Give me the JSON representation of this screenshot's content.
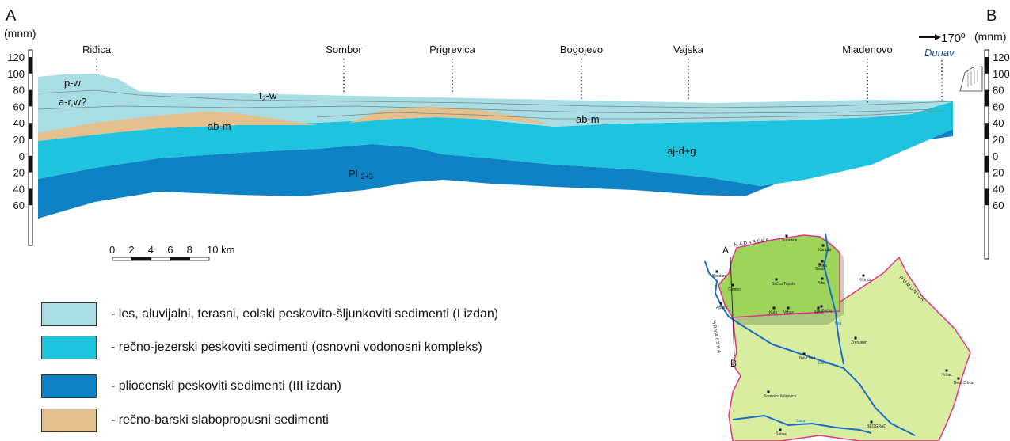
{
  "section": {
    "start_label": "A",
    "end_label": "B",
    "left_unit": "(mnm)",
    "right_unit": "(mnm)",
    "direction": "170º",
    "river": "Dunav",
    "scale_ticks_up": [
      "120",
      "100",
      "80",
      "60",
      "40",
      "20",
      "0"
    ],
    "scale_ticks_down": [
      "20",
      "40",
      "60"
    ],
    "places": [
      "Riđica",
      "Sombor",
      "Prigrevica",
      "Bogojevo",
      "Vajska",
      "Mladenovo"
    ],
    "layers": {
      "pw": "p-w",
      "arw": "a-r,w?",
      "t2w_t": "t",
      "t2w_sub": "2",
      "t2w_rest": "-w",
      "abm_left": "ab-m",
      "abm_right": "ab-m",
      "ajdg": "aj-d+g",
      "pl_main": "Pl",
      "pl_sub": "2+3"
    },
    "scalebar": [
      "0",
      "2",
      "4",
      "6",
      "8",
      "10 km"
    ]
  },
  "colors": {
    "les": "#a9dde4",
    "recno_jezerski": "#1ec3df",
    "pliocen": "#0f82c5",
    "recno_barski": "#e3c08c",
    "vojvodina": "#9ed45a",
    "serbia": "#d9eda0",
    "border": "#e0348c",
    "river": "#1a6fc4"
  },
  "legend": [
    {
      "color": "#a9dde4",
      "label": "- les, aluvijalni, terasni, eolski peskovito-šljunkoviti sedimenti (I izdan)"
    },
    {
      "color": "#1ec3df",
      "label": "- rečno-jezerski peskoviti sedimenti (osnovni vodonosni kompleks)"
    },
    {
      "color": "#0f82c5",
      "label": "- pliocenski peskoviti sedimenti (III izdan)"
    },
    {
      "color": "#e3c08c",
      "label": "- rečno-barski slabopropusni sedimenti"
    }
  ],
  "map": {
    "line_a": "A",
    "line_b": "B",
    "countries": [
      "MAĐARSKA",
      "RUMUNIJA",
      "HRVATSKA"
    ],
    "towns": [
      "Subotica",
      "Kanjiža",
      "Čoka",
      "Senta",
      "Bezdan",
      "Sombor",
      "Bačka Topola",
      "Ada",
      "Kikinda",
      "Apatin",
      "Kula",
      "Vrbas",
      "N. Bečej",
      "Bečej",
      "Zrenjanin",
      "Novi Sad",
      "Vršac",
      "Sremska Mitrovica",
      "Bela Crkva",
      "Šabac",
      "BEOGRAD"
    ],
    "rivers": [
      "Tisa",
      "Dunav",
      "Sava"
    ]
  }
}
